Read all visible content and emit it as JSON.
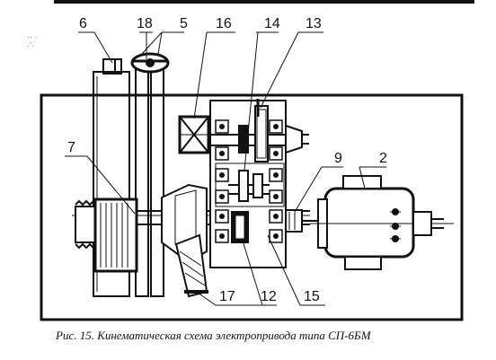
{
  "caption": "Рис. 15. Кинематическая схема электропривода типа СП-6БМ",
  "labels": {
    "l2": "2",
    "l5": "5",
    "l6": "6",
    "l7": "7",
    "l9": "9",
    "l12": "12",
    "l13": "13",
    "l14": "14",
    "l15": "15",
    "l16": "16",
    "l17": "17",
    "l18": "18"
  },
  "colors": {
    "ink": "#111111",
    "paper": "#ffffff"
  }
}
